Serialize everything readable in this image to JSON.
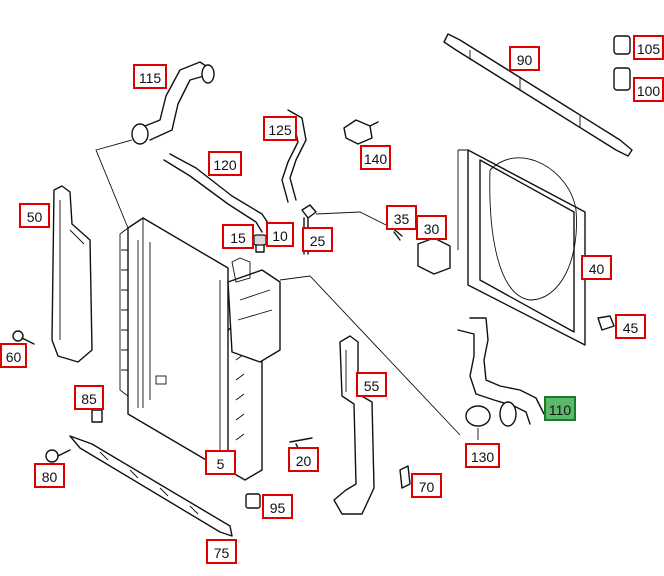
{
  "callouts": [
    {
      "id": "c5",
      "label": "5"
    },
    {
      "id": "c10",
      "label": "10"
    },
    {
      "id": "c15",
      "label": "15"
    },
    {
      "id": "c20",
      "label": "20"
    },
    {
      "id": "c25",
      "label": "25"
    },
    {
      "id": "c30",
      "label": "30"
    },
    {
      "id": "c35",
      "label": "35"
    },
    {
      "id": "c40",
      "label": "40"
    },
    {
      "id": "c45",
      "label": "45"
    },
    {
      "id": "c50",
      "label": "50"
    },
    {
      "id": "c55",
      "label": "55"
    },
    {
      "id": "c60",
      "label": "60"
    },
    {
      "id": "c70",
      "label": "70"
    },
    {
      "id": "c75",
      "label": "75"
    },
    {
      "id": "c80",
      "label": "80"
    },
    {
      "id": "c85",
      "label": "85"
    },
    {
      "id": "c90",
      "label": "90"
    },
    {
      "id": "c95",
      "label": "95"
    },
    {
      "id": "c100",
      "label": "100"
    },
    {
      "id": "c105",
      "label": "105"
    },
    {
      "id": "c110",
      "label": "110",
      "selected": true
    },
    {
      "id": "c115",
      "label": "115"
    },
    {
      "id": "c120",
      "label": "120"
    },
    {
      "id": "c125",
      "label": "125"
    },
    {
      "id": "c130",
      "label": "130"
    },
    {
      "id": "c140",
      "label": "140"
    }
  ],
  "colors": {
    "callout_border": "#e00000",
    "selected_fill": "#5cb86a",
    "selected_border": "#1a7a2a",
    "line": "#111111"
  }
}
